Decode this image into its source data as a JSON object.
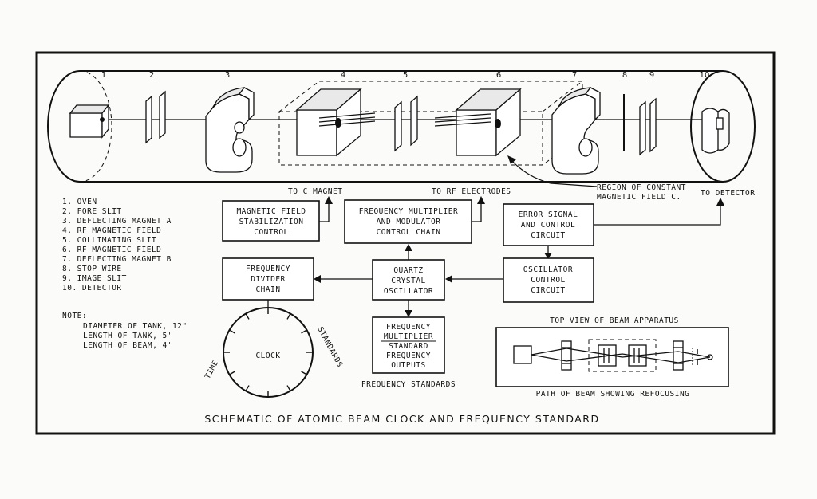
{
  "title": "SCHEMATIC OF ATOMIC BEAM CLOCK AND FREQUENCY STANDARD",
  "component_numbers": [
    "1",
    "2",
    "3",
    "4",
    "5",
    "6",
    "7",
    "8",
    "9",
    "10"
  ],
  "legend": [
    "1. OVEN",
    "2. FORE SLIT",
    "3. DEFLECTING MAGNET A",
    "4. RF MAGNETIC FIELD",
    "5. COLLIMATING SLIT",
    "6. RF MAGNETIC FIELD",
    "7. DEFLECTING MAGNET B",
    "8. STOP WIRE",
    "9. IMAGE SLIT",
    "10. DETECTOR"
  ],
  "note": {
    "heading": "NOTE:",
    "lines": [
      "DIAMETER OF TANK, 12\"",
      "LENGTH OF TANK, 5'",
      "LENGTH OF BEAM, 4'"
    ]
  },
  "region_label": [
    "REGION OF CONSTANT",
    "MAGNETIC FIELD C."
  ],
  "arrow_labels": {
    "to_c_magnet": "TO C MAGNET",
    "to_rf_electrodes": "TO RF ELECTRODES",
    "to_detector": "TO DETECTOR"
  },
  "blocks": {
    "mag_field": [
      "MAGNETIC FIELD",
      "STABILIZATION",
      "CONTROL"
    ],
    "freq_mult_mod": [
      "FREQUENCY MULTIPLIER",
      "AND MODULATOR",
      "CONTROL CHAIN"
    ],
    "error_signal": [
      "ERROR SIGNAL",
      "AND CONTROL",
      "CIRCUIT"
    ],
    "freq_divider": [
      "FREQUENCY",
      "DIVIDER",
      "CHAIN"
    ],
    "quartz": [
      "QUARTZ",
      "CRYSTAL",
      "OSCILLATOR"
    ],
    "osc_control": [
      "OSCILLATOR",
      "CONTROL",
      "CIRCUIT"
    ],
    "freq_mult_std": [
      "FREQUENCY",
      "MULTIPLIER",
      "STANDARD",
      "FREQUENCY",
      "OUTPUTS"
    ]
  },
  "clock": {
    "center_label": "CLOCK",
    "time_label": "TIME",
    "standards_label": "STANDARDS"
  },
  "freq_standards_caption": "FREQUENCY STANDARDS",
  "top_view": {
    "title": "TOP VIEW OF BEAM APPARATUS",
    "caption": "PATH OF BEAM SHOWING REFOCUSING"
  }
}
